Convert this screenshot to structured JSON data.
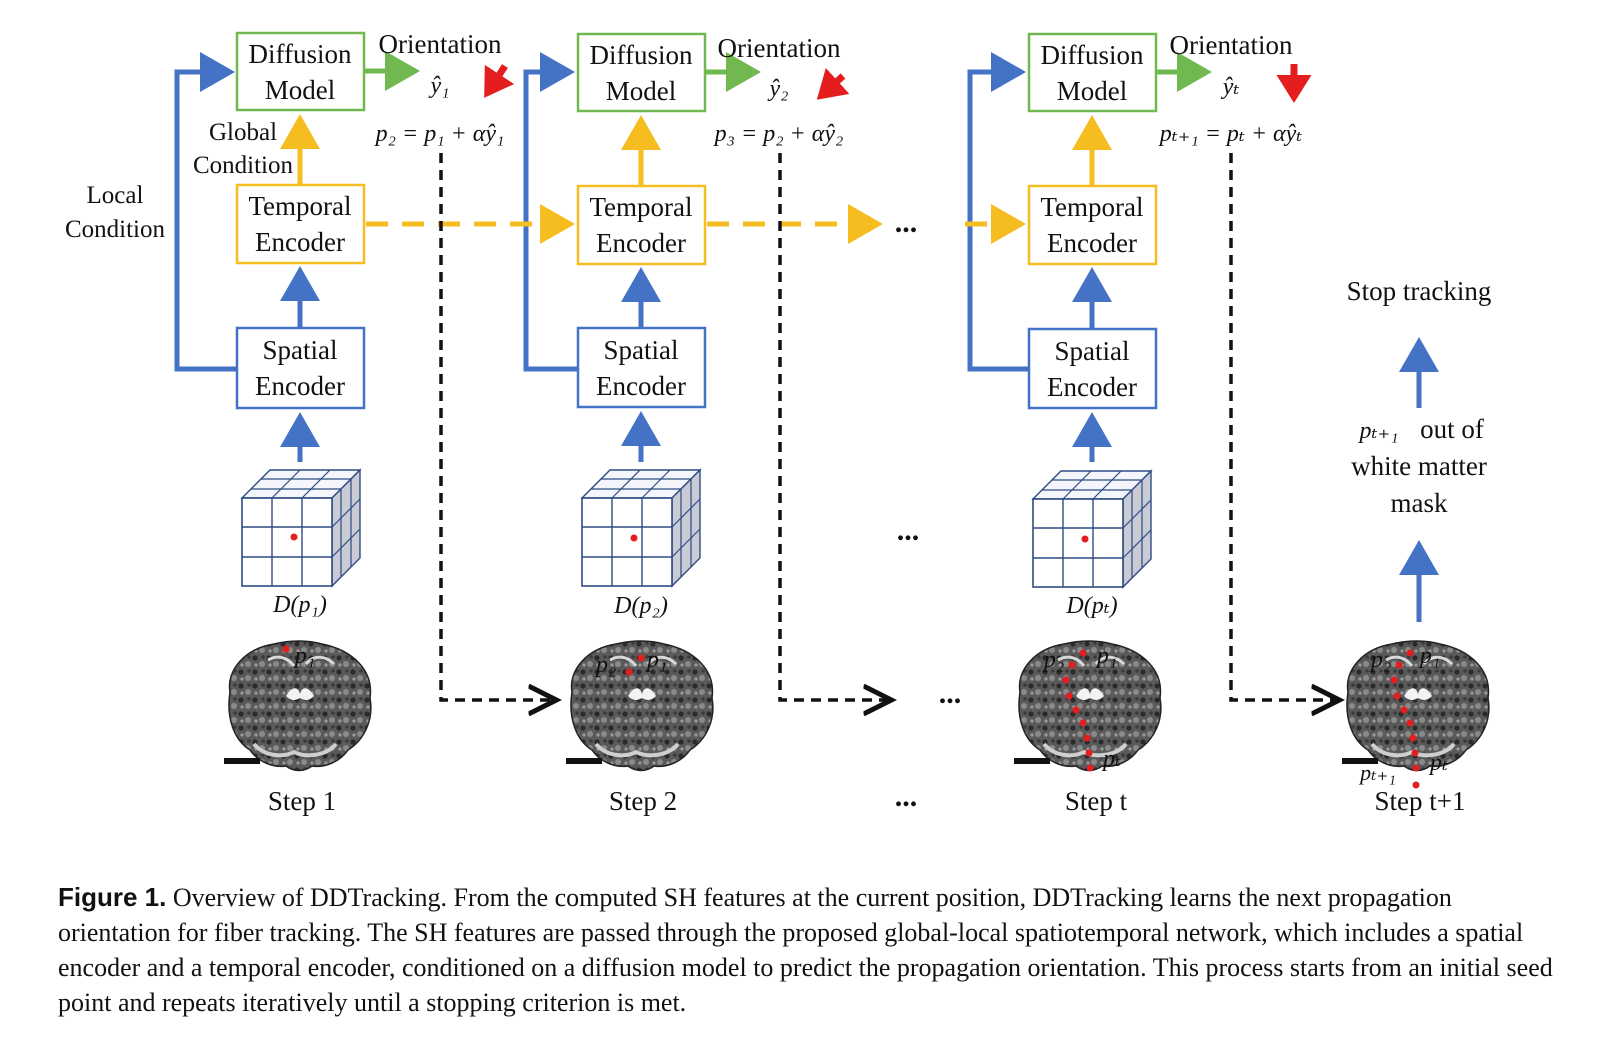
{
  "labels": {
    "diffusion_model": [
      "Diffusion",
      "Model"
    ],
    "temporal_encoder": [
      "Temporal",
      "Encoder"
    ],
    "spatial_encoder": [
      "Spatial",
      "Encoder"
    ],
    "orientation": "Orientation",
    "global_condition": [
      "Global",
      "Condition"
    ],
    "local_condition": [
      "Local",
      "Condition"
    ],
    "ellipsis": "..."
  },
  "steps": [
    {
      "name": "Step 1",
      "y_hat": "ŷ₁",
      "update": "p₂ = p₁ + αŷ₁",
      "patch": "D(p₁)",
      "points": [
        "p₁"
      ]
    },
    {
      "name": "Step 2",
      "y_hat": "ŷ₂",
      "update": "p₃ = p₂ + αŷ₂",
      "patch": "D(p₂)",
      "points": [
        "p₂",
        "p₁"
      ]
    },
    {
      "name": "Step t",
      "y_hat": "ŷₜ",
      "update": "pₜ₊₁ = pₜ + αŷₜ",
      "patch": "D(pₜ)",
      "points": [
        "p₂",
        "p₁",
        "pₜ"
      ]
    },
    {
      "name": "Step t+1",
      "points": [
        "p₂",
        "p₁",
        "pₜ",
        "pₜ₊₁"
      ]
    }
  ],
  "stop": {
    "label": "Stop tracking",
    "condition_var": "pₜ₊₁",
    "condition_text": [
      "out of",
      "white matter",
      "mask"
    ]
  },
  "caption": {
    "label": "Figure 1.",
    "text": "Overview of DDTracking. From the computed SH features at the current position, DDTracking learns the next propagation orientation for fiber tracking. The SH features are passed through the proposed global-local spatiotemporal network, which includes a spatial encoder and a temporal encoder, conditioned on a diffusion model to predict the propagation orientation. This process starts from an initial seed point and repeats iteratively until a stopping criterion is met."
  },
  "colors": {
    "diffusion": "#70b84f",
    "temporal": "#f5bd1f",
    "spatial": "#4472c4",
    "arrow_red": "#e41e1e",
    "point_red": "#e41e1e"
  }
}
